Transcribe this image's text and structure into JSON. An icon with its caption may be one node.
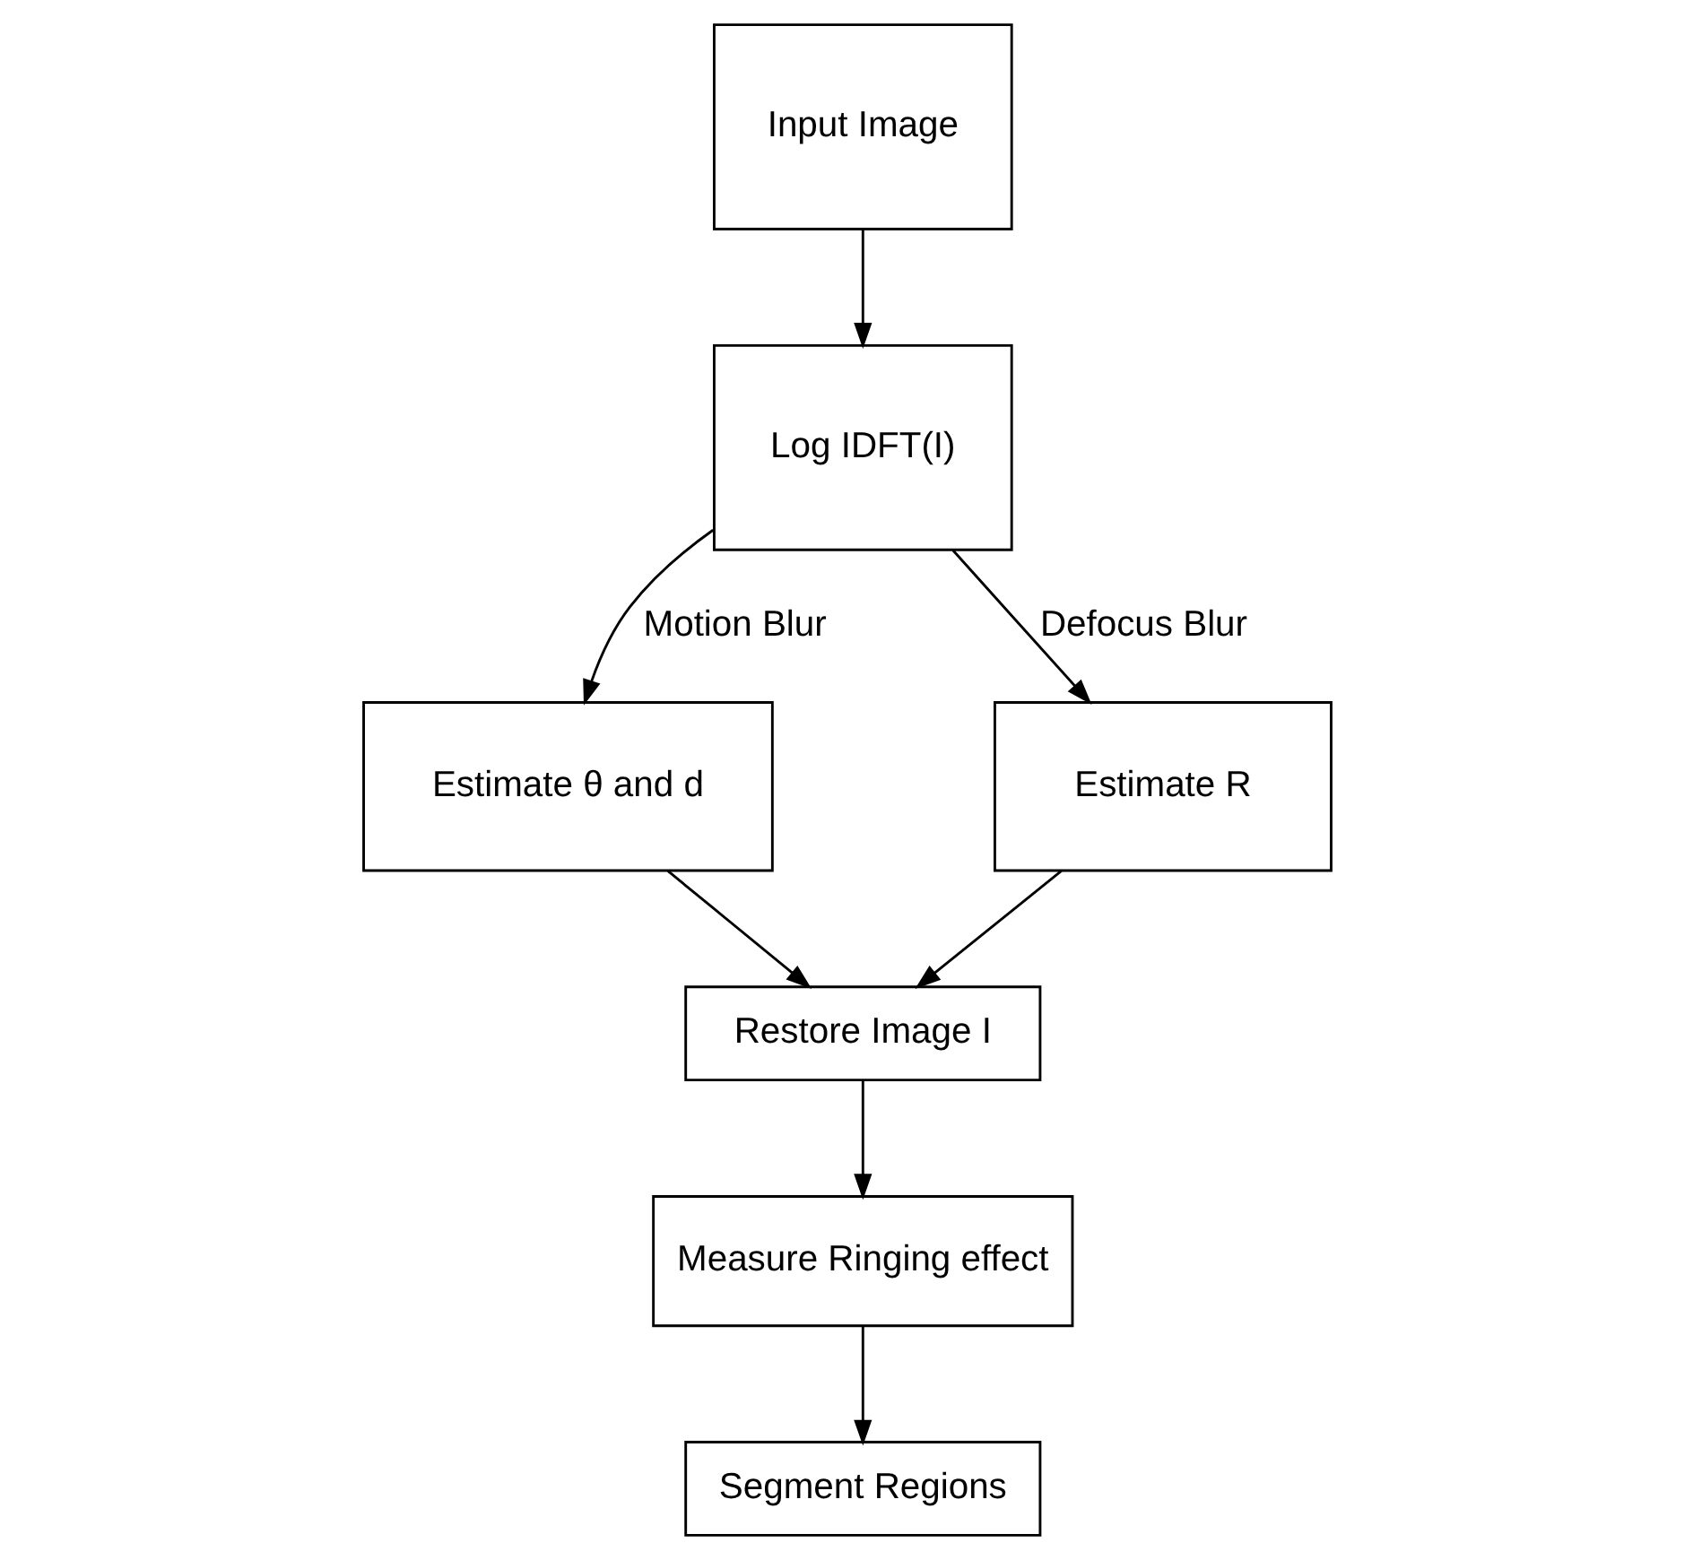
{
  "diagram": {
    "nodes": [
      {
        "text": [
          "Input Image"
        ]
      },
      {
        "text": [
          "Log IDFT(I)"
        ]
      },
      {
        "text": [
          "Estimate θ and d"
        ]
      },
      {
        "text": [
          "Estimate R"
        ]
      },
      {
        "text": [
          "Restore Image I"
        ]
      },
      {
        "text": [
          "Measure Ringing effect"
        ]
      },
      {
        "text": [
          "Segment Regions"
        ]
      }
    ],
    "edges": [
      {
        "from": 0,
        "to": 1,
        "arrow": "to"
      },
      {
        "from": 1,
        "to": 2,
        "arrow": "to",
        "label": "Motion Blur"
      },
      {
        "from": 1,
        "to": 3,
        "arrow": "to",
        "label": "Defocus Blur"
      },
      {
        "from": 2,
        "to": 4,
        "arrow": "to"
      },
      {
        "from": 3,
        "to": 4,
        "arrow": "to"
      },
      {
        "from": 4,
        "to": 5,
        "arrow": "to"
      },
      {
        "from": 5,
        "to": 6,
        "arrow": "to"
      }
    ]
  }
}
